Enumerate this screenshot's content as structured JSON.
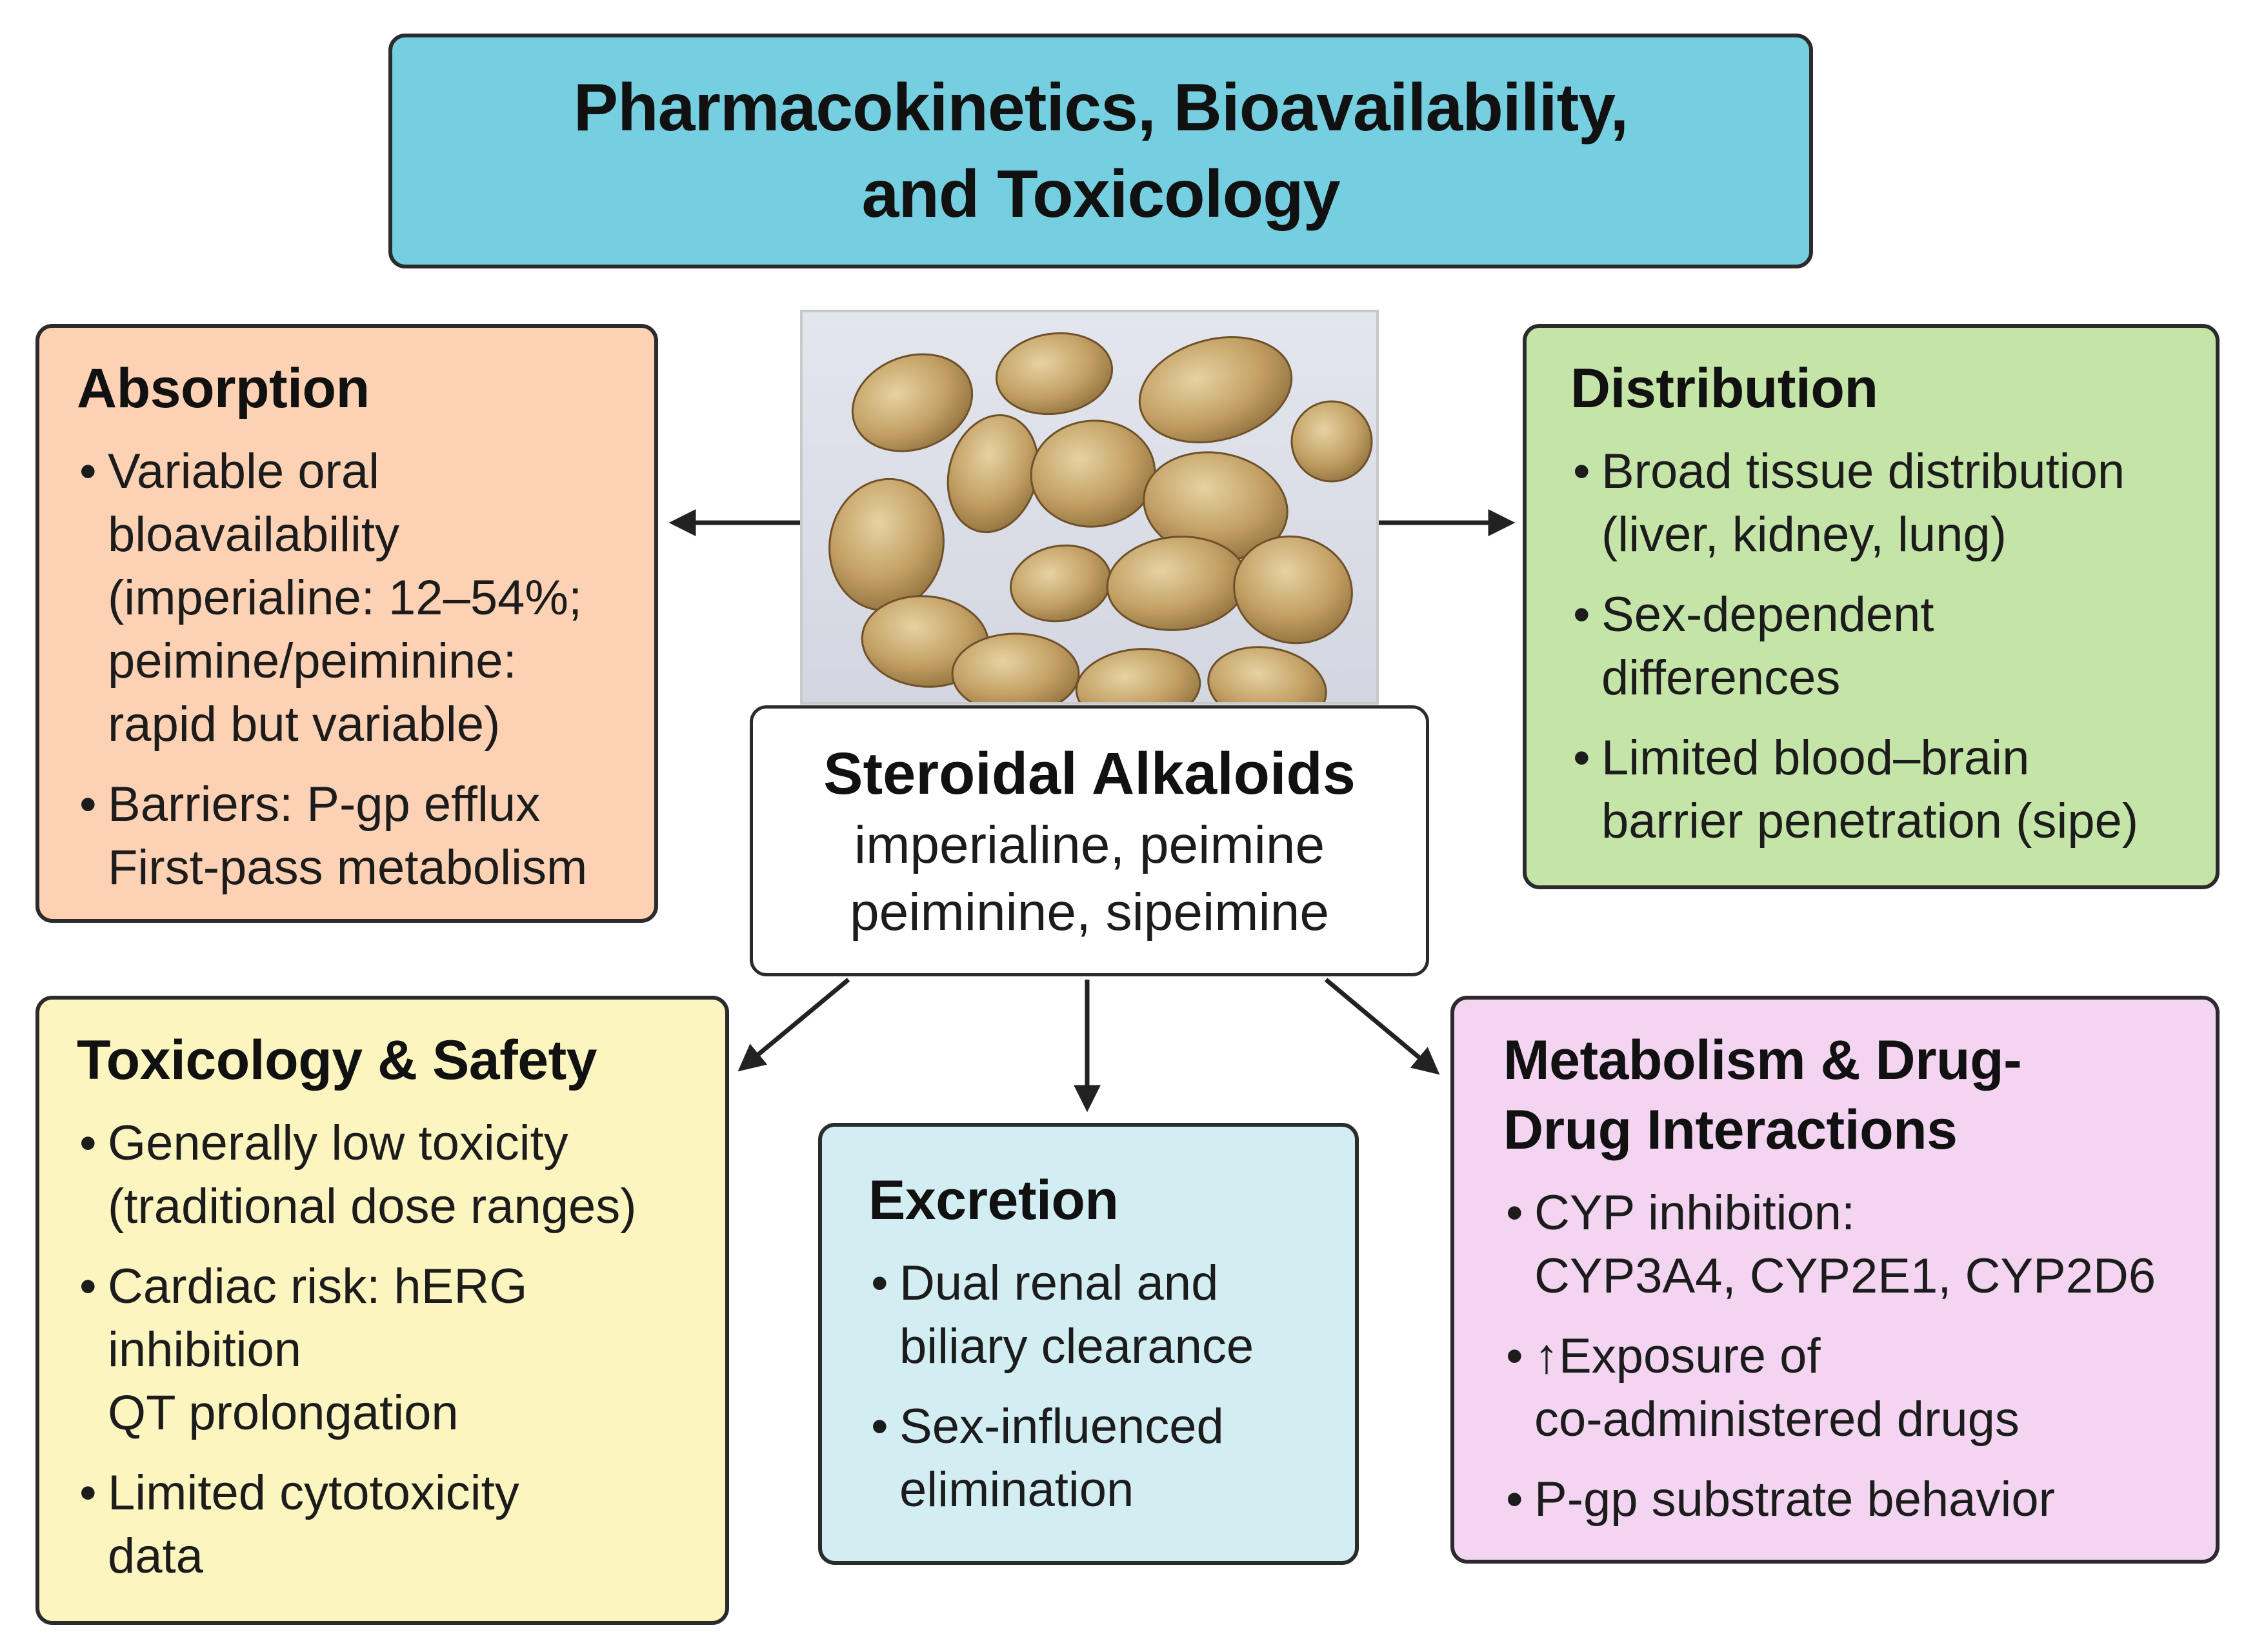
{
  "title": {
    "line1": "Pharmacokinetics, Bioavailability,",
    "line2": "and Toxicology"
  },
  "center": {
    "title": "Steroidal Alkaloids",
    "line1": "imperialine, peimine",
    "line2": "peiminine, sipeimine"
  },
  "absorption": {
    "title": "Absorption",
    "items": [
      {
        "lines": [
          "Variable oral",
          "bloavailability",
          "(imperialine: 12–54%;",
          "peimine/peiminine:",
          "rapid but variable)"
        ]
      },
      {
        "lines": [
          "Barriers: P-gp efflux",
          "First-pass metabolism"
        ]
      }
    ]
  },
  "distribution": {
    "title": "Distribution",
    "items": [
      {
        "lines": [
          "Broad tissue distribution",
          "(liver, kidney, lung)"
        ]
      },
      {
        "lines": [
          "Sex-dependent",
          "differences"
        ]
      },
      {
        "lines": [
          "Limited blood–brain",
          "barrier penetration (sipe)"
        ]
      }
    ]
  },
  "toxicology": {
    "title": "Toxicology & Safety",
    "items": [
      {
        "lines": [
          "Generally low toxicity",
          "(traditional dose ranges)"
        ]
      },
      {
        "lines": [
          "Cardiac risk: hERG",
          "inhibition",
          "QT prolongation"
        ]
      },
      {
        "lines": [
          "Limited cytotoxicity",
          "data"
        ]
      }
    ]
  },
  "excretion": {
    "title": "Excretion",
    "items": [
      {
        "lines": [
          "Dual renal and",
          "biliary clearance"
        ]
      },
      {
        "lines": [
          "Sex-influenced",
          "elimination"
        ]
      }
    ]
  },
  "metabolism": {
    "title_line1": "Metabolism & Drug-",
    "title_line2": "Drug Interactions",
    "items": [
      {
        "lines": [
          "CYP inhibition:",
          "CYP3A4, CYP2E1, CYP2D6"
        ]
      },
      {
        "lines": [
          "↑Exposure of",
          "co-administered drugs"
        ]
      },
      {
        "lines": [
          "P-gp substrate behavior"
        ]
      }
    ]
  },
  "bullet": "•",
  "colors": {
    "title_bg": "#76cfe0",
    "absorption_bg": "#fdd2b4",
    "distribution_bg": "#c5e4a8",
    "toxicology_bg": "#fdf5bf",
    "excretion_bg": "#d3eef3",
    "metabolism_bg": "#f3d4f1",
    "border": "#2b2b2b"
  }
}
